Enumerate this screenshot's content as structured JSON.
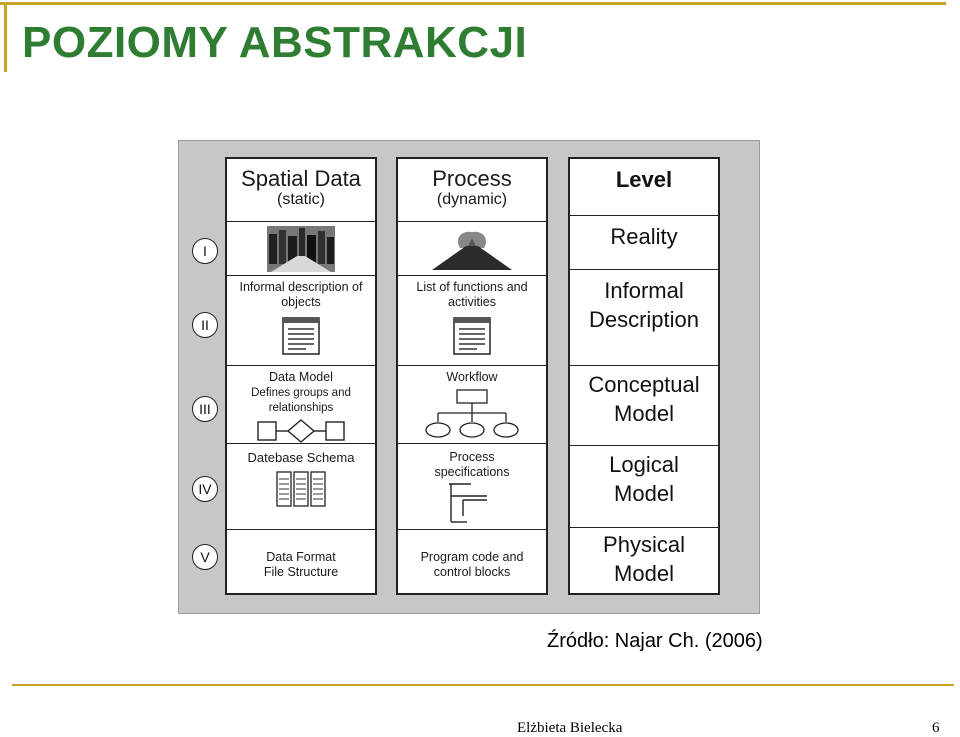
{
  "slide": {
    "title": "POZIOMY ABSTRAKCJI",
    "source": "Źródło: Najar Ch. (2006)",
    "author": "Elżbieta Bielecka",
    "page_number": "6"
  },
  "diagram": {
    "roman_levels": [
      "I",
      "II",
      "III",
      "IV",
      "V"
    ],
    "spatial_column": {
      "title": "Spatial Data",
      "subtitle": "(static)",
      "rows": [
        "",
        "Informal description of objects",
        "Data Model",
        "Datebase Schema",
        "Data Format File Structure"
      ],
      "data_model_note": "Defines groups and relationships"
    },
    "process_column": {
      "title": "Process",
      "subtitle": "(dynamic)",
      "rows": [
        "",
        "List of functions and activities",
        "Workflow",
        "Process specifications",
        "Program code and control blocks"
      ]
    },
    "level_column": {
      "title": "Level",
      "rows": [
        "Reality",
        "Informal Description",
        "Conceptual Model",
        "Logical Model",
        "Physical Model"
      ]
    }
  },
  "colors": {
    "title": "#2e7d32",
    "accent_rule": "#c9a227"
  }
}
